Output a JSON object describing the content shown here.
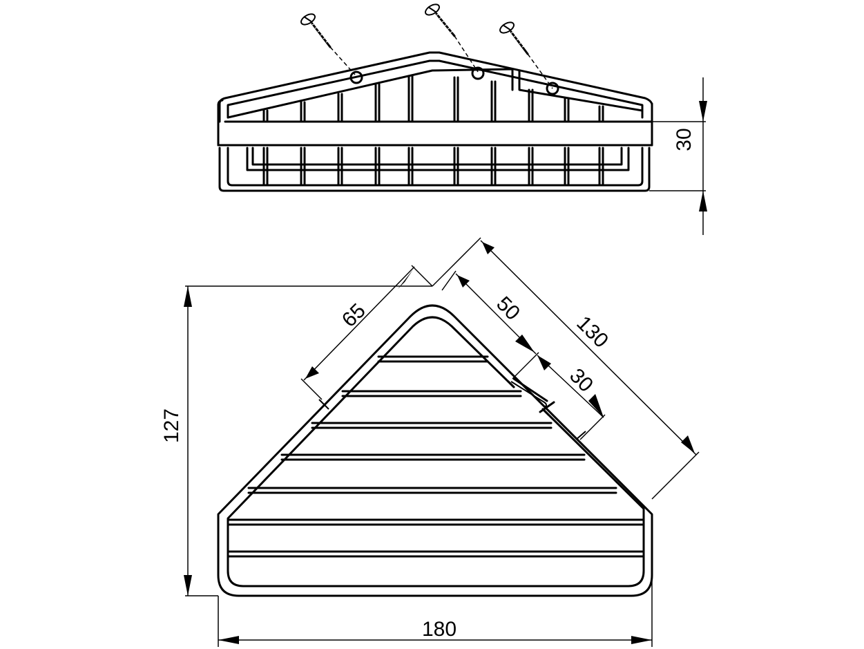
{
  "dimensions": {
    "height_side": "30",
    "height_plan": "127",
    "width": "180",
    "edge_short": "65",
    "edge_long": "130",
    "edge_mid": "50",
    "gap_segment": "30"
  }
}
